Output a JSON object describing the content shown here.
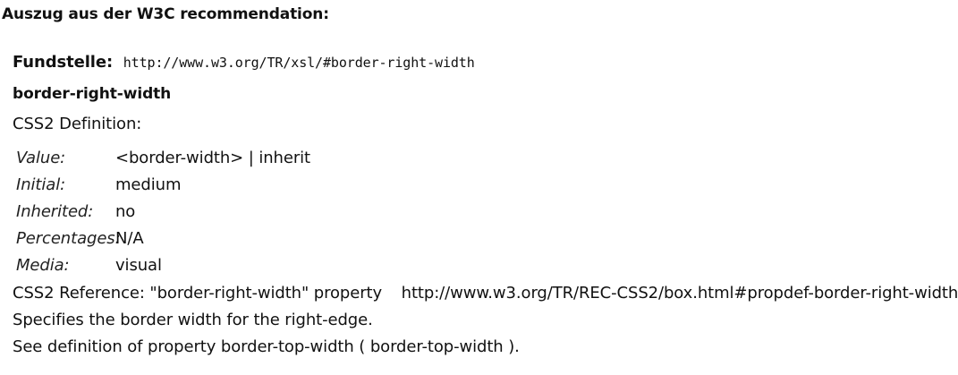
{
  "heading": "Auszug aus der W3C recommendation:",
  "source": {
    "label": "Fundstelle:",
    "url": "http://www.w3.org/TR/xsl/#border-right-width"
  },
  "property_title": "border-right-width",
  "css2_definition": "CSS2 Definition:",
  "definition_rows": [
    {
      "label": "Value:",
      "value": "<border-width> | inherit"
    },
    {
      "label": "Initial:",
      "value": "medium"
    },
    {
      "label": "Inherited:",
      "value": "no"
    },
    {
      "label": "Percentages:",
      "value": "N/A"
    },
    {
      "label": "Media:",
      "value": "visual"
    }
  ],
  "reference": {
    "text": "CSS2 Reference: \"border-right-width\" property",
    "url": "http://www.w3.org/TR/REC-CSS2/box.html#propdef-border-right-width"
  },
  "specifies": "Specifies the border width for the right-edge.",
  "see_definition": "See definition of property border-top-width ( border-top-width )."
}
